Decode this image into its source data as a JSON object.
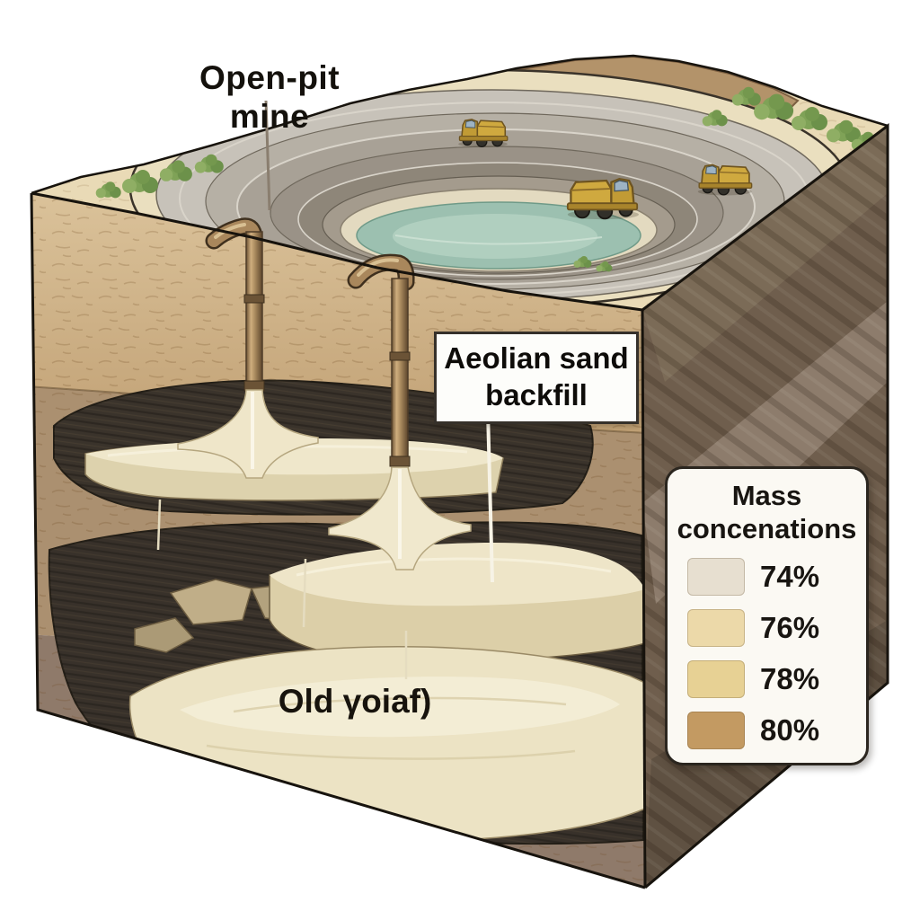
{
  "labels": {
    "open_pit": "Open-pit mine",
    "backfill_line1": "Aeolian sand",
    "backfill_line2": "backfill",
    "old_goaf": "Old γoiaf)"
  },
  "legend": {
    "title_line1": "Mass",
    "title_line2": "concenations",
    "items": [
      {
        "label": "74%",
        "color": "#e7dfd0"
      },
      {
        "label": "76%",
        "color": "#ecd9a9"
      },
      {
        "label": "78%",
        "color": "#e7d194"
      },
      {
        "label": "80%",
        "color": "#c39a62"
      }
    ]
  },
  "scene": {
    "vehicle_count": 3,
    "colors": {
      "pit_water": "#9cc0b0",
      "slurry_fill": "#ece3c6",
      "pipe_bronze": "#a9875c",
      "topsoil_sand": "#d9c094",
      "deep_rock_face": "#6f5e4d",
      "void_dark": "#39322a",
      "background": "#ffffff"
    }
  }
}
